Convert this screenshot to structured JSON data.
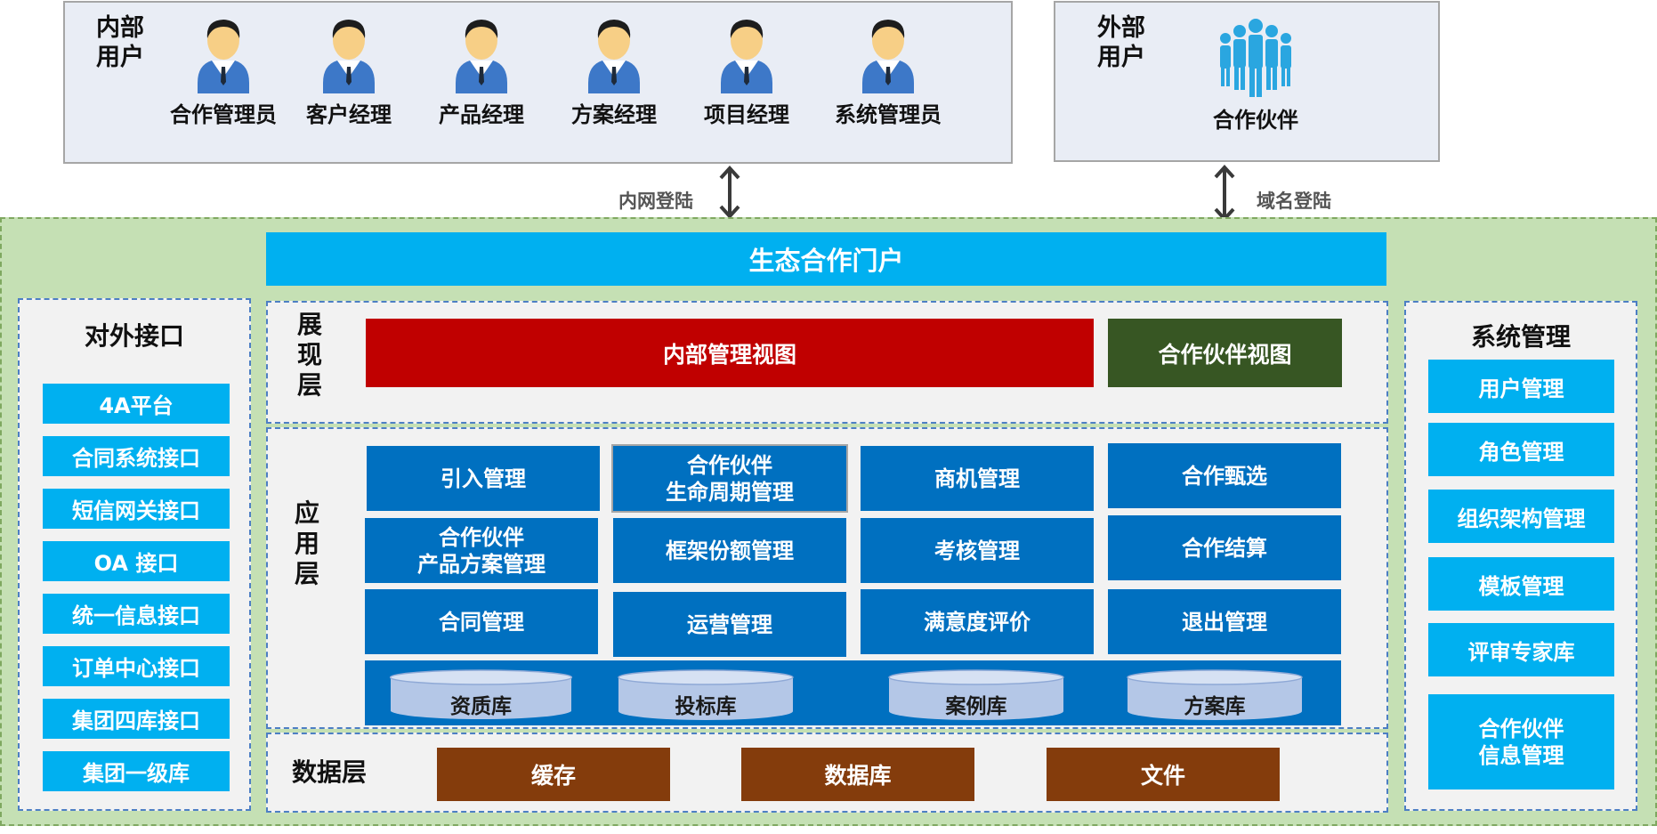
{
  "internal_users": {
    "title": "内部\n用户",
    "roles": [
      "合作管理员",
      "客户经理",
      "产品经理",
      "方案经理",
      "项目经理",
      "系统管理员"
    ]
  },
  "external_users": {
    "title": "外部\n用户",
    "role": "合作伙伴"
  },
  "connectors": {
    "intranet": "内网登陆",
    "domain": "域名登陆"
  },
  "portal": {
    "title": "生态合作门户"
  },
  "external_interfaces": {
    "title": "对外接口",
    "items": [
      "4A平台",
      "合同系统接口",
      "短信网关接口",
      "OA 接口",
      "统一信息接口",
      "订单中心接口",
      "集团四库接口",
      "集团一级库"
    ]
  },
  "presentation_layer": {
    "label": "展\n现\n层",
    "internal_view": "内部管理视图",
    "partner_view": "合作伙伴视图"
  },
  "application_layer": {
    "label": "应\n用\n层",
    "modules": [
      "引入管理",
      "合作伙伴\n生命周期管理",
      "商机管理",
      "合作甄选",
      "合作伙伴\n产品方案管理",
      "框架份额管理",
      "考核管理",
      "合作结算",
      "合同管理",
      "运营管理",
      "满意度评价",
      "退出管理"
    ],
    "repositories": [
      "资质库",
      "投标库",
      "案例库",
      "方案库"
    ]
  },
  "data_layer": {
    "label": "数据层",
    "items": [
      "缓存",
      "数据库",
      "文件"
    ]
  },
  "system_management": {
    "title": "系统管理",
    "items": [
      "用户管理",
      "角色管理",
      "组织架构管理",
      "模板管理",
      "评审专家库",
      "合作伙伴\n信息管理"
    ]
  },
  "colors": {
    "portal_bar": "#00b0f0",
    "internal_view": "#c00000",
    "partner_view": "#375623",
    "app_module": "#0070c0",
    "data_item": "#843c0c",
    "green_area": "#c5e0b4"
  },
  "icons": {
    "internal_user": "person-with-tie-icon",
    "external_user": "group-people-icon"
  }
}
